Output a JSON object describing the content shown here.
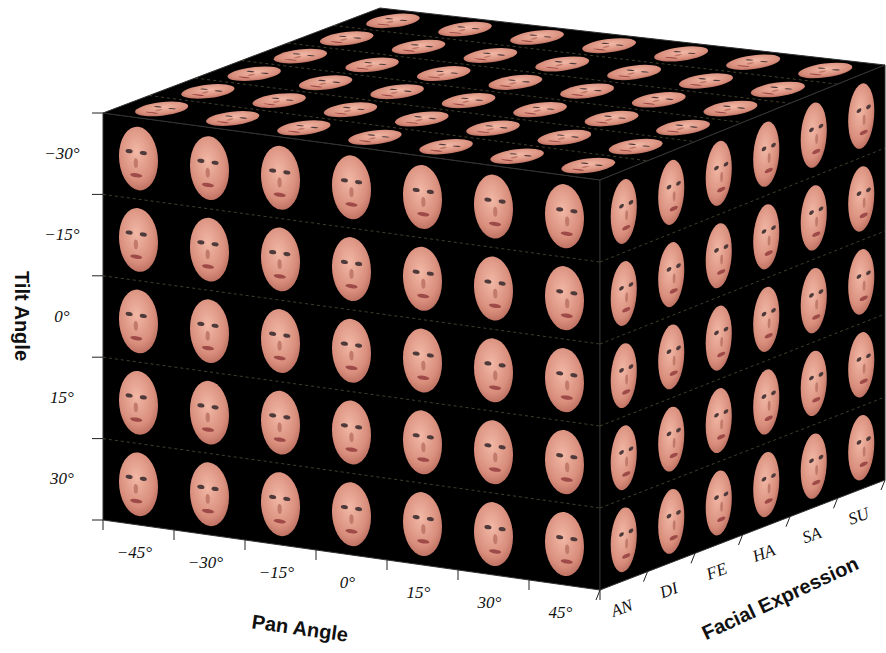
{
  "diagram": {
    "labels": [
      "−30°",
      "−15°",
      "0°",
      "15°",
      "30°",
      "Tilt Angle",
      "−45°",
      "−30°",
      "−15°",
      "0°",
      "15°",
      "30°",
      "45°",
      "Pan Angle",
      "AN",
      "DI",
      "FE",
      "HA",
      "SA",
      "SU",
      "Facial Expression"
    ]
  }
}
